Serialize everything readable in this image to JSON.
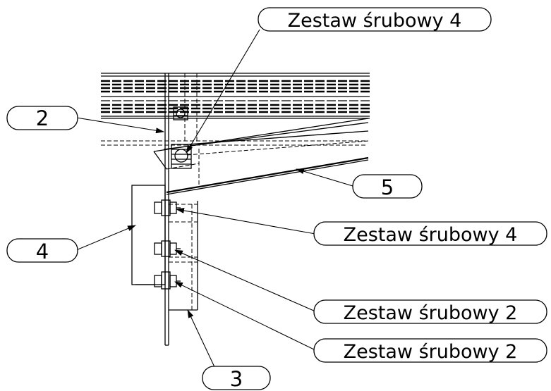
{
  "callouts": {
    "top_bolt": "Zestaw śrubowy 4",
    "part_2": "2",
    "part_5": "5",
    "part_4": "4",
    "mid_bolt": "Zestaw śrubowy 4",
    "lower_bolt_a": "Zestaw śrubowy 2",
    "lower_bolt_b": "Zestaw śrubowy 2",
    "part_3": "3"
  },
  "colors": {
    "line": "#000000",
    "background": "#ffffff"
  }
}
